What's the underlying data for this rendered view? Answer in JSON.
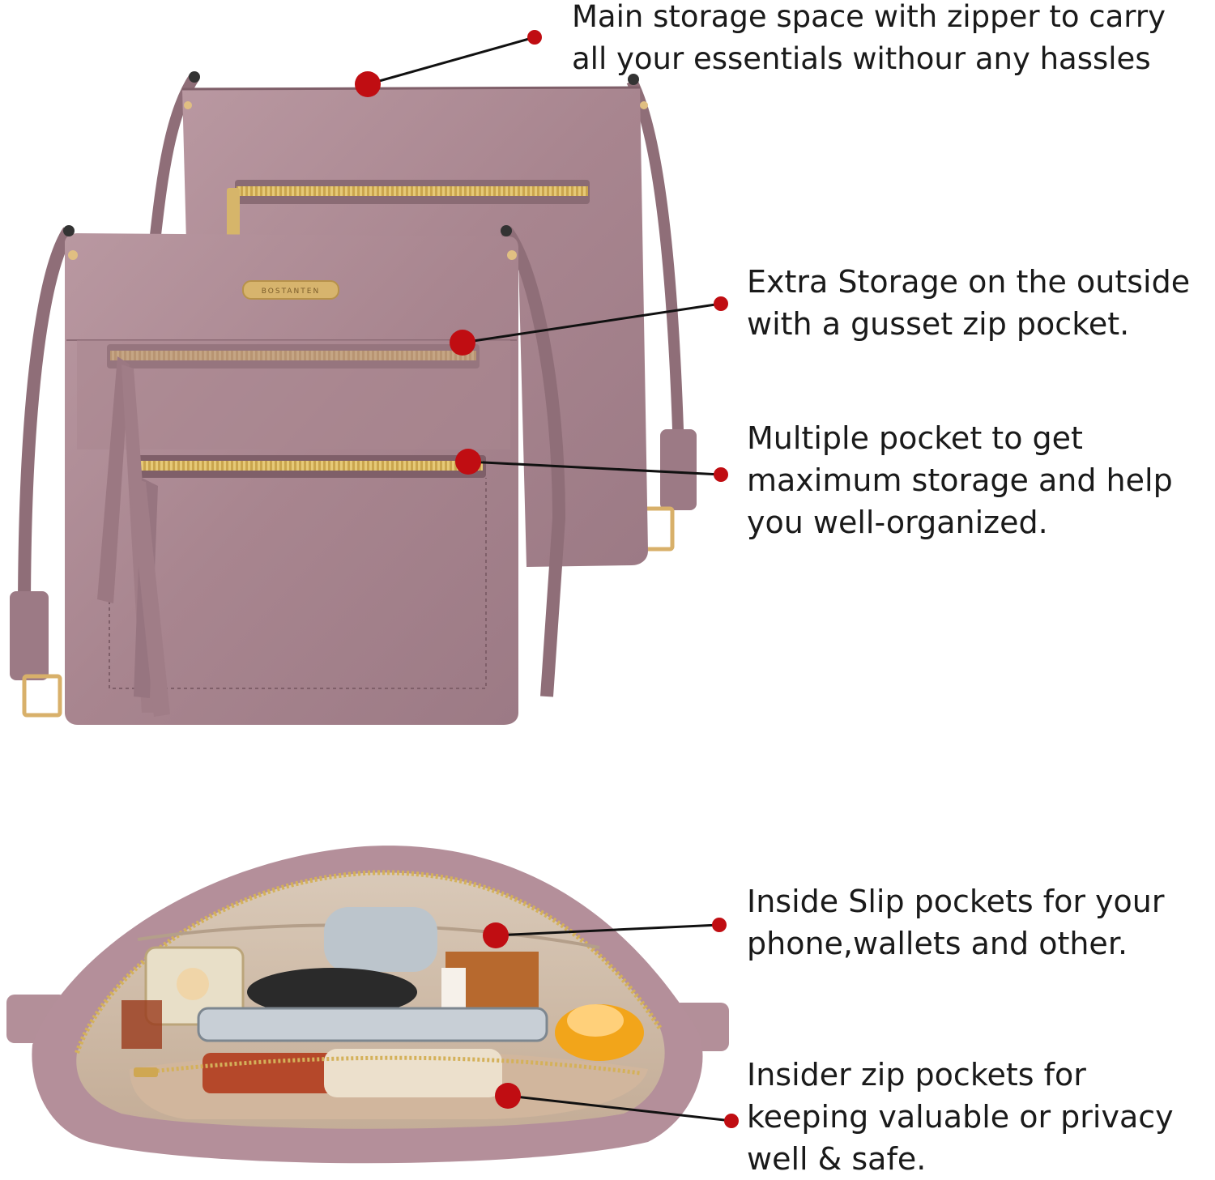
{
  "callouts": [
    {
      "id": "main-storage",
      "lines": [
        "Main storage space with zipper to carry",
        "all your essentials withour any hassles"
      ]
    },
    {
      "id": "extra-storage",
      "lines": [
        "Extra Storage on the outside",
        "with a gusset zip pocket."
      ]
    },
    {
      "id": "multiple-pocket",
      "lines": [
        "Multiple pocket to get",
        "maximum storage and help",
        "you well-organized."
      ]
    },
    {
      "id": "inside-slip",
      "lines": [
        "Inside Slip pockets for your",
        "phone,wallets and other."
      ]
    },
    {
      "id": "insider-zip",
      "lines": [
        "Insider zip pockets for",
        "keeping valuable or privacy",
        "well & safe."
      ]
    }
  ],
  "brand_plate": "BOSTANTEN",
  "colors": {
    "leather": "#b08c96",
    "leather_dark": "#8f6e78",
    "zipper_gold": "#d4b15a",
    "marker_red": "#c00d12",
    "lining": "#d8c8b4"
  }
}
